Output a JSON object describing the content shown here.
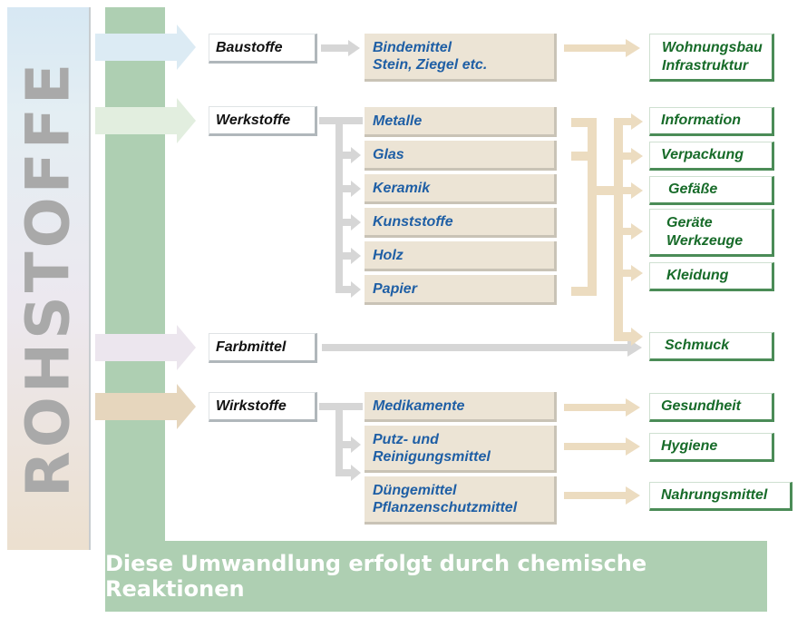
{
  "side_label": "ROHSTOFFE",
  "footer": "Diese Umwandlung erfolgt durch chemische Reaktionen",
  "categories": [
    "Baustoffe",
    "Werkstoffe",
    "Farbmittel",
    "Wirkstoffe"
  ],
  "materials": [
    {
      "line1": "Bindemittel",
      "line2": "Stein, Ziegel etc."
    },
    {
      "line1": "Metalle"
    },
    {
      "line1": "Glas"
    },
    {
      "line1": "Keramik"
    },
    {
      "line1": "Kunststoffe"
    },
    {
      "line1": "Holz"
    },
    {
      "line1": "Papier"
    },
    {
      "line1": "Medikamente"
    },
    {
      "line1": "Putz- und",
      "line2": "Reinigungsmittel"
    },
    {
      "line1": "Düngemittel",
      "line2": "Pflanzenschutzmittel"
    }
  ],
  "uses": [
    {
      "line1": "Wohnungsbau",
      "line2": "Infrastruktur"
    },
    {
      "line1": "Information"
    },
    {
      "line1": "Verpackung"
    },
    {
      "line1": "Gefäße"
    },
    {
      "line1": "Geräte",
      "line2": "Werkzeuge"
    },
    {
      "line1": "Kleidung"
    },
    {
      "line1": "Schmuck"
    },
    {
      "line1": "Gesundheit"
    },
    {
      "line1": "Hygiene"
    },
    {
      "line1": "Nahrungsmittel"
    }
  ],
  "colors": {
    "green_band": "#aecfb2",
    "material_text": "#1f5fa5",
    "use_text": "#176b29",
    "gray_arrow": "#d6d6d6",
    "tan_arrow": "#ecdcc0"
  }
}
